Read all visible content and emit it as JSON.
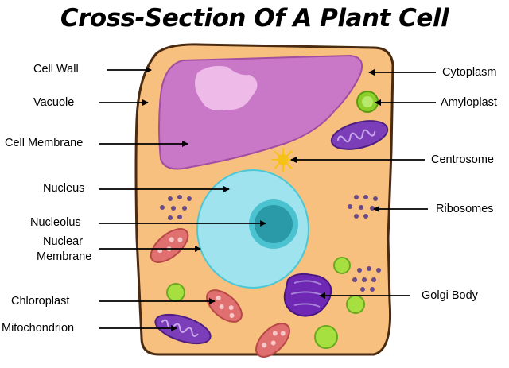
{
  "title": "Cross-Section Of A Plant Cell",
  "labels": {
    "cell_wall": "Cell Wall",
    "vacuole": "Vacuole",
    "cell_membrane": "Cell Membrane",
    "nucleus": "Nucleus",
    "nucleolus": "Nucleolus",
    "nuclear_membrane_line1": "Nuclear",
    "nuclear_membrane_line2": "Membrane",
    "chloroplast": "Chloroplast",
    "mitochondrion": "Mitochondrion",
    "cytoplasm": "Cytoplasm",
    "amyloplast": "Amyloplast",
    "centrosome": "Centrosome",
    "ribosomes": "Ribosomes",
    "golgi_body": "Golgi Body"
  },
  "colors": {
    "wall": "#4a2a10",
    "cytoplasm": "#f8c07f",
    "vacuole": "#c978c8",
    "vacuole_light": "#eebbe8",
    "nucleus": "#9ee3ee",
    "nucleolus": "#2a9aa8",
    "chloroplast": "#e07070",
    "mitochondrion": "#7b3db8",
    "amyloplast": "#8ccf2a",
    "golgi": "#6e28b4",
    "centrosome": "#f6c21a",
    "ribosome": "#6a4a88"
  }
}
